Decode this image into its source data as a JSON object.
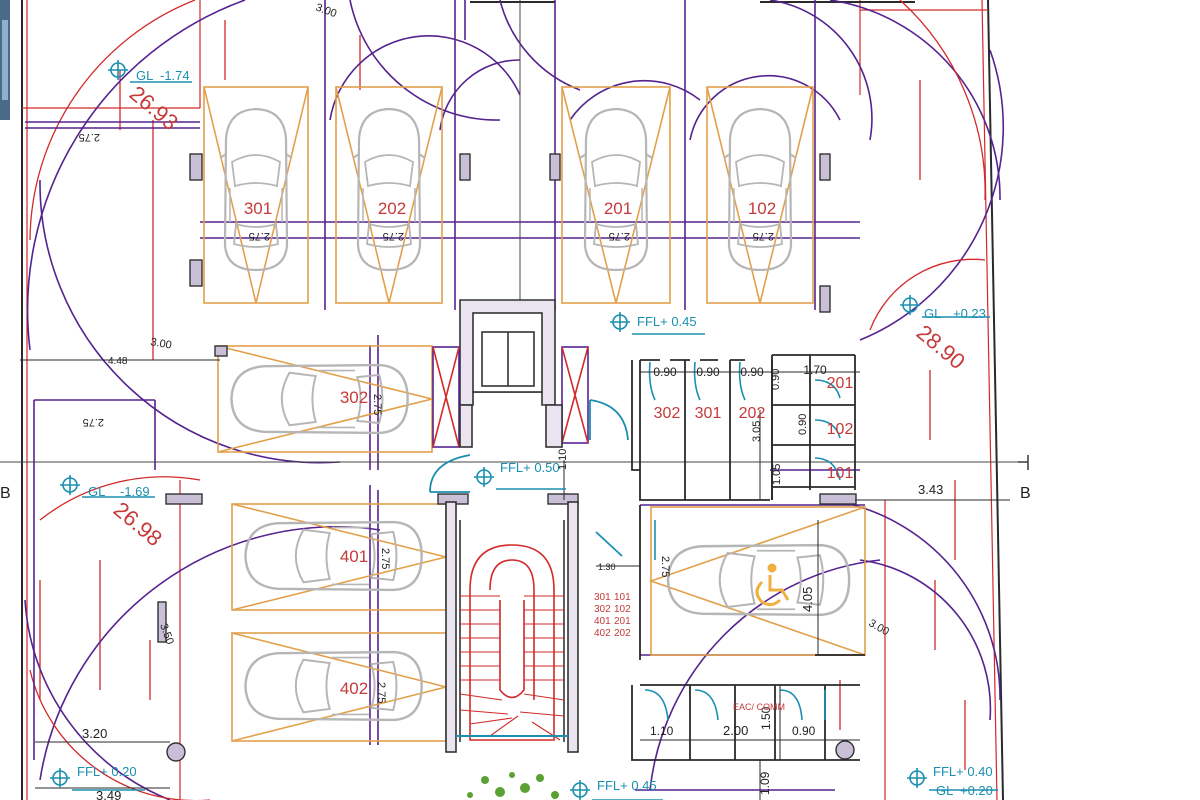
{
  "parking_bays": [
    {
      "id": "bay-301",
      "label": "301"
    },
    {
      "id": "bay-202",
      "label": "202"
    },
    {
      "id": "bay-201",
      "label": "201"
    },
    {
      "id": "bay-102",
      "label": "102"
    },
    {
      "id": "bay-302",
      "label": "302"
    },
    {
      "id": "bay-401",
      "label": "401"
    },
    {
      "id": "bay-402",
      "label": "402"
    }
  ],
  "stores": {
    "row1": [
      "302",
      "301",
      "202"
    ],
    "right": [
      "201",
      "102",
      "101"
    ],
    "widths": [
      "0.90",
      "0.90",
      "0.90",
      "1.70"
    ]
  },
  "levels": {
    "gl_top_left": {
      "code": "GL",
      "value": "-1.74"
    },
    "gl_mid_left": {
      "code": "GL",
      "value": "-1.69"
    },
    "gl_right": {
      "code": "GL",
      "value": "+0.23"
    },
    "gl_bottom_right": {
      "code": "GL",
      "value": "+0.20"
    },
    "ffl_lobby": "FFL+ 0.45",
    "ffl_core": "FFL+ 0.50",
    "ffl_bottom_left": "FFL+ 0.20",
    "ffl_bottom_center": "FFL+ 0.45",
    "ffl_bottom_right": "FFL+ 0.40"
  },
  "big_figures": {
    "top_left": "26.93",
    "right": "28.90",
    "mid_left": "26.98"
  },
  "dimensions": {
    "d_3_00_top": "3.00",
    "d_2_75_a": "2.75",
    "d_4_48": "4.48",
    "d_3_00_left": "3.00",
    "d_2_75_b": "2.75",
    "d_2_75_bay301": "2.75",
    "d_2_75_bay202": "2.75",
    "d_2_75_bay201": "2.75",
    "d_2_75_bay102": "2.75",
    "d_2_75_bay302": "2.75",
    "d_2_75_bay401": "2.75",
    "d_2_75_bay402": "2.75",
    "d_1_10_core": "1.10",
    "d_1_30": "1.30",
    "d_3_05": "3.05",
    "d_0_90_vert": "0.90",
    "d_1_05": "1.05",
    "d_0_90_mid": "0.90",
    "d_3_43": "3.43",
    "d_2_75_accessible": "2.75",
    "d_4_05": "4.05",
    "d_3_00_right": "3.00",
    "d_3_20": "3.20",
    "d_3_49": "3.49",
    "d_1_10_bottom": "1.10",
    "d_2_00": "2.00",
    "d_1_50": "1.50",
    "d_0_90_bottom": "0.90",
    "d_1_09": "1.09",
    "d_3_50": "3.50"
  },
  "section_marks": {
    "left": "B",
    "right": "B"
  },
  "allocation_table": [
    {
      "a": "301",
      "b": "101"
    },
    {
      "a": "302",
      "b": "102"
    },
    {
      "a": "401",
      "b": "201"
    },
    {
      "a": "402",
      "b": "202"
    }
  ],
  "plant_label": "EAC/ COMM",
  "colors": {
    "linework": "#2a2a2a",
    "boundary_red": "#d22a2a",
    "setout_purple": "#55238f",
    "bay_orange": "#e3a04b",
    "level_cyan": "#1a8fb0",
    "car_grey": "#b6b6b6",
    "unit_label_red": "#c53a3a",
    "accessible_symbol": "#f0b040",
    "planting_green": "#5aa032"
  }
}
